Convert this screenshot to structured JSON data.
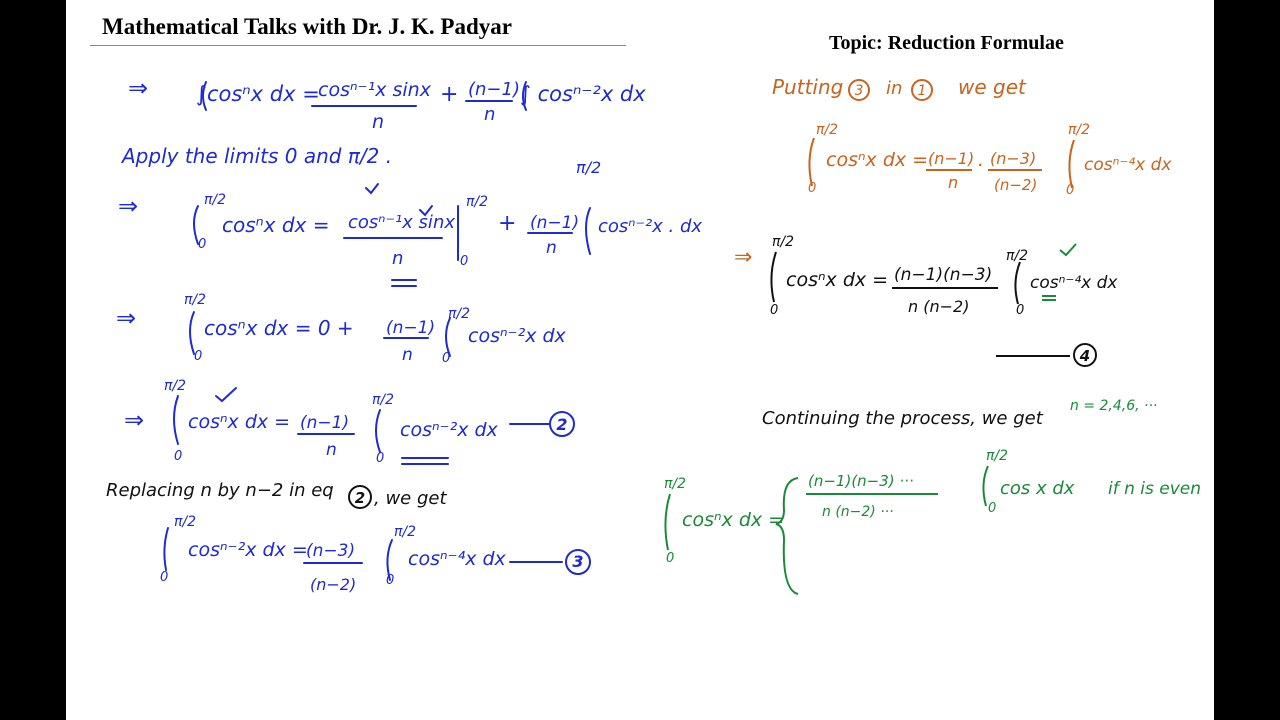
{
  "header": {
    "title": "Mathematical Talks with Dr. J. K. Padyar",
    "topic": "Topic: Reduction Formulae"
  },
  "colors": {
    "blue_ink": "#1f2ad1",
    "orange_ink": "#c8641e",
    "green_ink": "#1a8a3a",
    "dark_ink": "#111111"
  },
  "left": {
    "l1": {
      "arrow": "⇒",
      "lhs": "∫cosⁿx dx =",
      "num": "cosⁿ⁻¹x sinx",
      "den": "n",
      "plus": "+",
      "coef_num": "(n−1)",
      "coef_den": "n",
      "rhs": "∫ cosⁿ⁻²x dx"
    },
    "l2": {
      "text": "Apply the limits 0 and π/2 .",
      "pi2": "π/2"
    },
    "l3": {
      "arrow": "⇒",
      "up": "π/2",
      "lo": "0",
      "lhs": "cosⁿx dx  =",
      "num": "cosⁿ⁻¹x sinx",
      "den": "n",
      "plus": "+",
      "coef_num": "(n−1)",
      "coef_den": "n",
      "rhs": "cosⁿ⁻²x . dx"
    },
    "l4": {
      "arrow": "⇒",
      "up": "π/2",
      "lo": "0",
      "lhs": "cosⁿx dx  =  0 +",
      "coef_num": "(n−1)",
      "coef_den": "n",
      "rhs": "cosⁿ⁻²x dx"
    },
    "l5": {
      "arrow": "⇒",
      "up": "π/2",
      "lo": "0",
      "lhs": "cosⁿx dx =",
      "coef_num": "(n−1)",
      "coef_den": "n",
      "rhs": "cosⁿ⁻²x dx",
      "eq": "2"
    },
    "l6": {
      "text": "Replacing n by n−2 in eq",
      "eq": "2",
      "tail": ", we get"
    },
    "l7": {
      "up": "π/2",
      "lo": "0",
      "lhs": "cosⁿ⁻²x dx =",
      "coef_num": "(n−3)",
      "coef_den": "(n−2)",
      "rhs": "cosⁿ⁻⁴x dx",
      "eq": "3"
    }
  },
  "right": {
    "r1": {
      "text": "Putting",
      "c1": "3",
      "mid": "in",
      "c2": "1",
      "tail": "we get"
    },
    "r2": {
      "up": "π/2",
      "lo": "0",
      "lhs": "cosⁿx dx =",
      "f1n": "(n−1)",
      "f1d": "n",
      "dot": ".",
      "f2n": "(n−3)",
      "f2d": "(n−2)",
      "rhs": "cosⁿ⁻⁴x dx"
    },
    "r3": {
      "arrow": "⇒",
      "up": "π/2",
      "lo": "0",
      "lhs": "cosⁿx dx =",
      "num": "(n−1)(n−3)",
      "den": "n (n−2)",
      "rhs": "cosⁿ⁻⁴x dx"
    },
    "r4": {
      "eq": "4"
    },
    "r5": {
      "text": "Continuing the process, we get",
      "note": "n = 2,4,6, ···"
    },
    "r6": {
      "up": "π/2",
      "lo": "0",
      "lhs": "cosⁿx dx =",
      "num": "(n−1)(n−3) ···",
      "den": "n (n−2) ···",
      "rhs": "cos x dx",
      "cond": "if n is even"
    }
  }
}
